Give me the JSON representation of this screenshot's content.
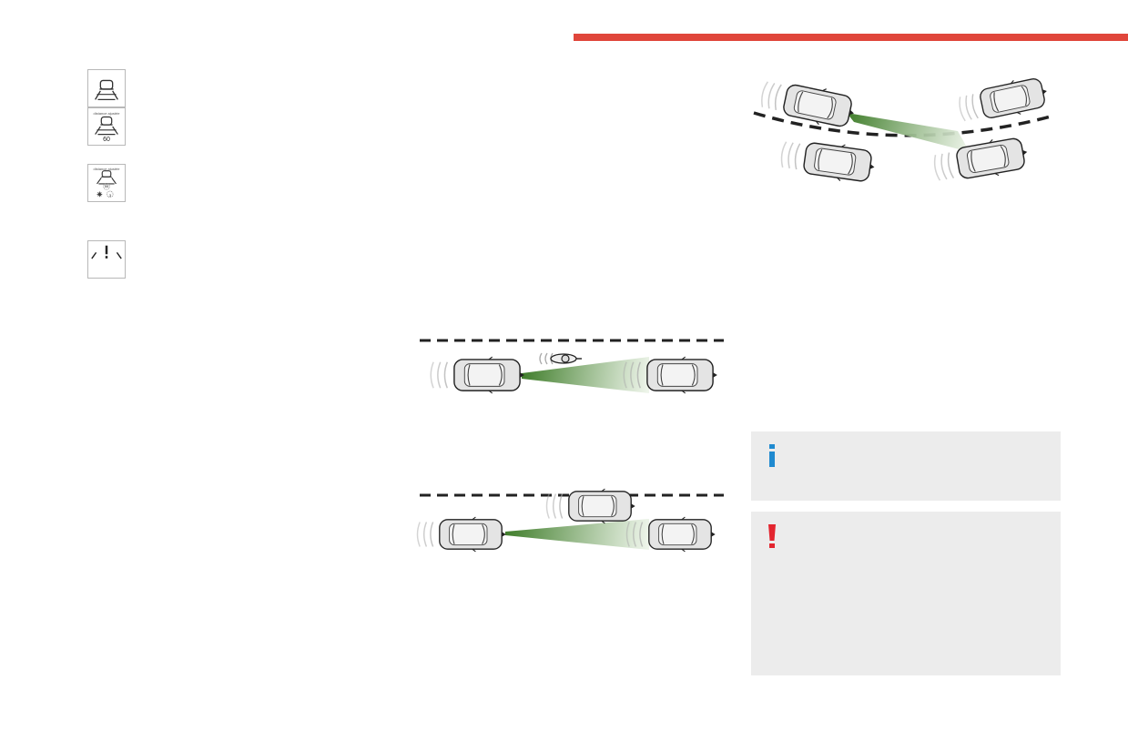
{
  "colors": {
    "accent": "#e0463b",
    "info": "#1f8ad0",
    "warning": "#e3252f",
    "note_bg": "#ececec",
    "beam_dark": "#3f7d2a",
    "beam_light": "#eef5ea"
  },
  "icons": {
    "icon1": "adaptive-cruise-icon",
    "icon2": "adaptive-cruise-speed-icon",
    "icon3": "adaptive-cruise-frost-icon",
    "icon4": "warning-triangle-icon"
  },
  "icon_labels": {
    "icon2_top": "distance ajustée",
    "icon2_speed": "60",
    "icon3_top": "distance ajustée",
    "icon3_speed": "55",
    "icon3_temp": "3"
  },
  "notes": {
    "info_icon": "info-icon",
    "warning_icon": "exclamation-icon"
  }
}
